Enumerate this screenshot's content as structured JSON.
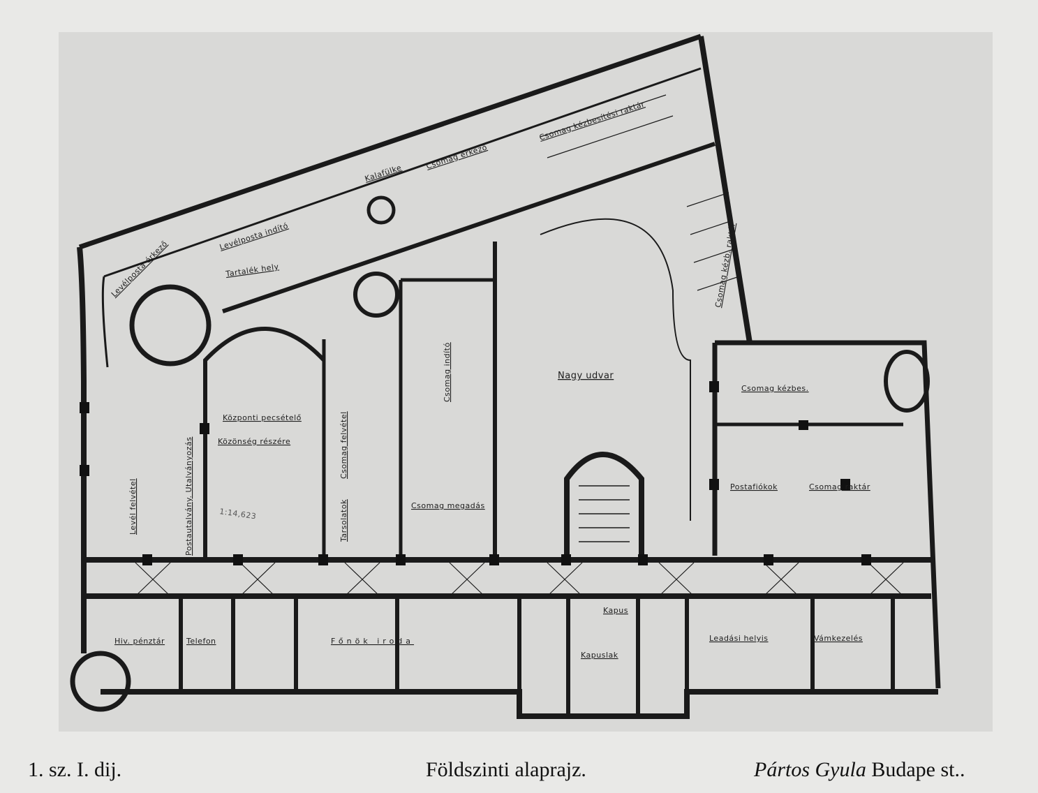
{
  "caption": {
    "left": "1. sz. I. dij.",
    "center": "Földszinti alaprajz.",
    "author": "Pártos Gyula",
    "city": "Budape st.."
  },
  "rooms": {
    "levelposta_erkezo": "Levélposta érkező",
    "levelposta_indito": "Levélposta indító",
    "tartalek_hely": "Tartalék hely",
    "hatofulke": "Kalafülke",
    "csomag_erkezo_top": "Csomag érkező",
    "csomag_kezbesitesi_raktar": "Csomag kézbesítési raktár",
    "csomag_kezb_raktar": "Csomag kézb. raktár",
    "csomag_indito": "Csomag indító",
    "nagy_udvar": "Nagy udvar",
    "csomag_kezbes": "Csomag kézbes.",
    "kozponti_pecsetelo": "Központi pecsételő",
    "kozonseg_reszere": "Közönség részére",
    "level_felvetel": "Levél felvétel",
    "postautalvany": "Postautalvány. Utalványozás",
    "csomag_felvetel": "Csomag felvétel",
    "tarsolatok": "Tarsolatok",
    "csomag_megadas": "Csomag megadás",
    "postafiokok": "Postafiókok",
    "csomag_raktar": "Csomag raktár",
    "hiv_penztar": "Hiv. pénztár",
    "telefon": "Telefon",
    "fonok_iroda": "Főnök iroda",
    "kapus": "Kapus",
    "kapuslakas": "Kapuslak",
    "leadasi_helyis": "Leadási helyis",
    "vamkezeles": "Vámkezelés",
    "pencil_note": "1:14,623"
  }
}
